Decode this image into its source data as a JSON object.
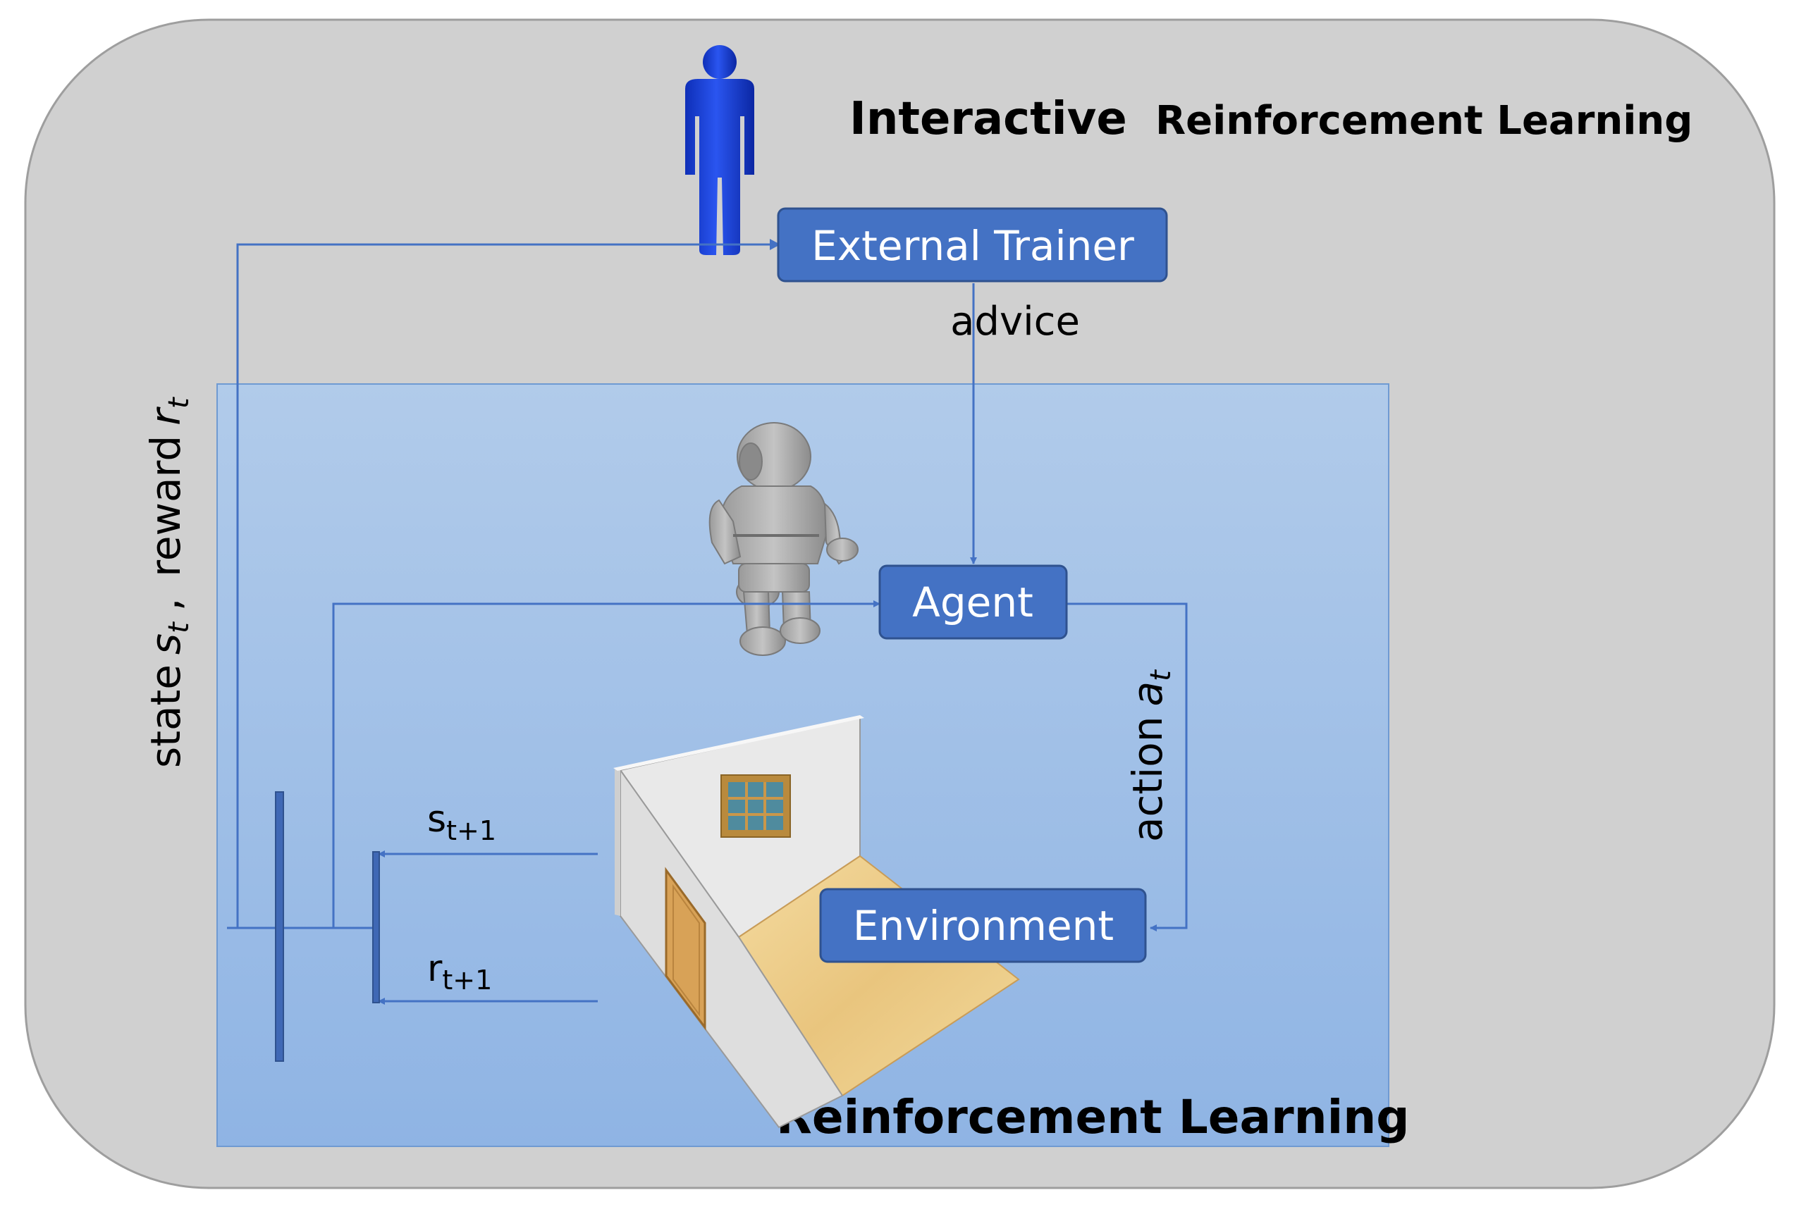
{
  "outer": {
    "title_bold": "Interactive",
    "title_rest": "Reinforcement Learning"
  },
  "inner": {
    "title": "Reinforcement Learning"
  },
  "nodes": {
    "trainer": "External Trainer",
    "agent": "Agent",
    "environment": "Environment"
  },
  "edges": {
    "advice": "advice",
    "action_word": "action",
    "action_var": "a",
    "action_sub": "t",
    "state_word": "state",
    "state_var": "s",
    "state_sub": "t",
    "separator": ",",
    "reward_word": "reward",
    "reward_var": "r",
    "reward_sub": "t",
    "next_state_var": "s",
    "next_state_sub": "t+1",
    "next_reward_var": "r",
    "next_reward_sub": "t+1"
  },
  "icons": {
    "trainer": "person-icon",
    "agent": "robot-icon",
    "environment": "room-icon"
  },
  "colors": {
    "outer_bg": "#d0d0d0",
    "inner_bg": "#9cbde6",
    "node_fill": "#4472c4",
    "node_stroke": "#2f528f",
    "line": "#4472c4",
    "person": "#1a3fd1"
  }
}
